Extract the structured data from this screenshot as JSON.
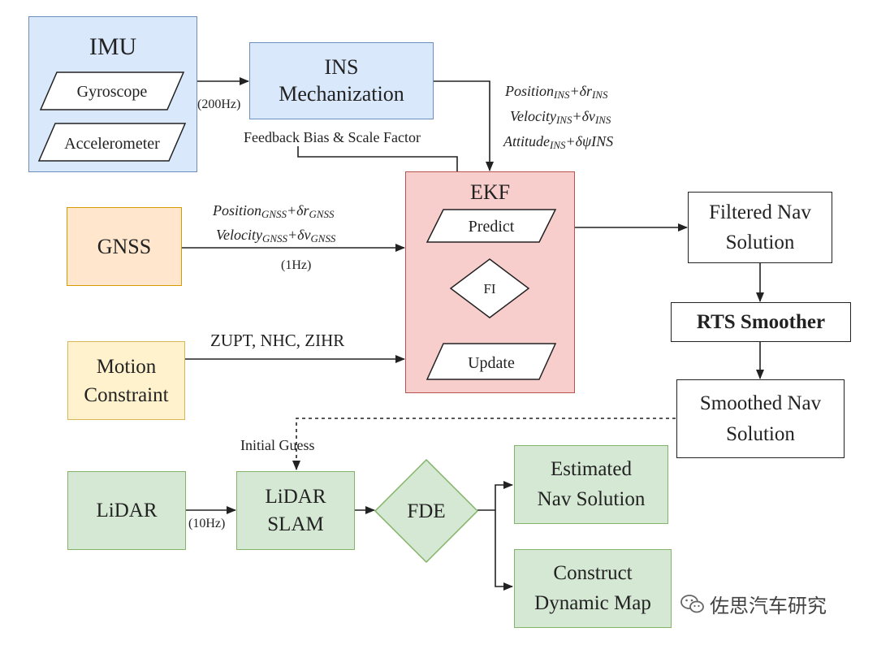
{
  "imu": {
    "title": "IMU",
    "gyroscope": "Gyroscope",
    "accelerometer": "Accelerometer"
  },
  "ins": {
    "line1": "INS",
    "line2": "Mechanization"
  },
  "imu_rate": "(200Hz)",
  "feedback": "Feedback Bias & Scale Factor",
  "ins_outputs": {
    "position": {
      "main": "Position",
      "sub": "INS",
      "rest": "+δr",
      "rest_sub": "INS"
    },
    "velocity": {
      "main": "Velocity",
      "sub": "INS",
      "rest": "+δv",
      "rest_sub": "INS"
    },
    "attitude": {
      "main": "Attitude",
      "sub": "INS",
      "rest": "+δψINS"
    }
  },
  "ekf": {
    "title": "EKF",
    "predict": "Predict",
    "fi": "FI",
    "update": "Update"
  },
  "gnss": {
    "title": "GNSS",
    "rate": "(1Hz)"
  },
  "gnss_outputs": {
    "position": {
      "main": "Position",
      "sub": "GNSS",
      "rest": "+δr",
      "rest_sub": "GNSS"
    },
    "velocity": {
      "main": "Velocity",
      "sub": "GNSS",
      "rest": "+δv",
      "rest_sub": "GNSS"
    }
  },
  "motion": {
    "line1": "Motion",
    "line2": "Constraint",
    "label": "ZUPT, NHC, ZIHR"
  },
  "filtered": {
    "line1": "Filtered Nav",
    "line2": "Solution"
  },
  "rts": "RTS Smoother",
  "smoothed": {
    "line1": "Smoothed Nav",
    "line2": "Solution"
  },
  "initial_guess": "Initial Guess",
  "lidar": {
    "title": "LiDAR",
    "rate": "(10Hz)"
  },
  "lidar_slam": {
    "line1": "LiDAR",
    "line2": "SLAM"
  },
  "fde": "FDE",
  "estimated": {
    "line1": "Estimated",
    "line2": "Nav Solution"
  },
  "construct": {
    "line1": "Construct",
    "line2": "Dynamic Map"
  },
  "watermark": "佐思汽车研究",
  "colors": {
    "blue_fill": "#dae8fc",
    "orange_fill": "#ffe6cc",
    "yellow_fill": "#fff2cc",
    "green_fill": "#d5e8d4",
    "red_fill": "#f8cecc"
  }
}
